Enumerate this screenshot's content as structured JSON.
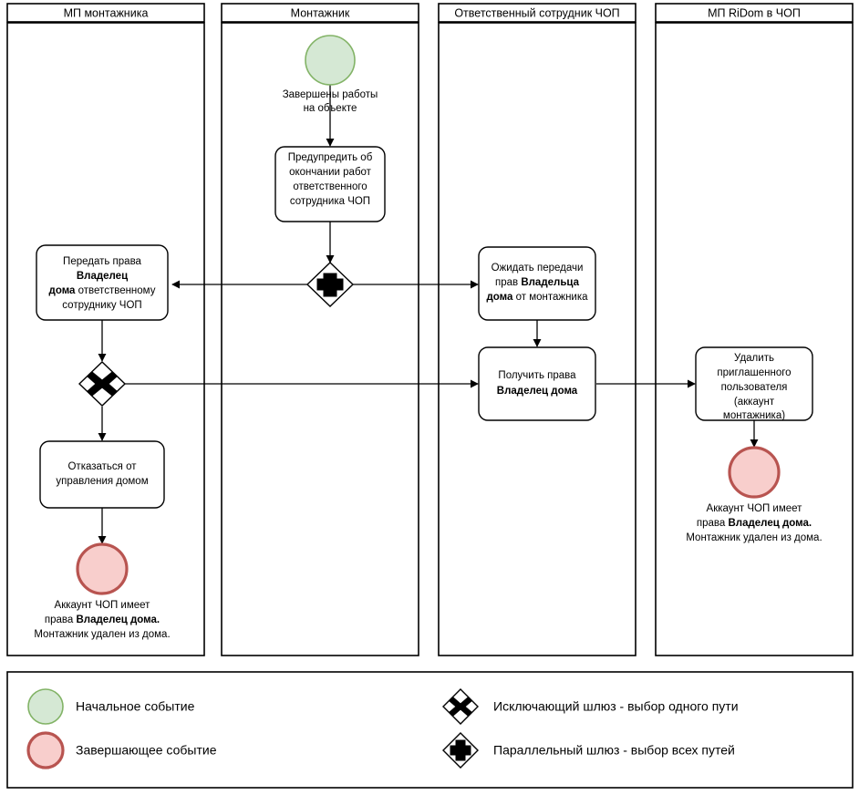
{
  "diagram": {
    "title": "BPMN process diagram",
    "colors": {
      "start_event_fill": "#d5e8d4",
      "start_event_stroke": "#82b366",
      "end_event_fill": "#f8cecc",
      "end_event_stroke": "#b85450",
      "node_stroke": "#000000",
      "background": "#ffffff"
    },
    "lanes": [
      {
        "id": "lane-mp-montazhnika",
        "label": "МП монтажника"
      },
      {
        "id": "lane-montazhnik",
        "label": "Монтажник"
      },
      {
        "id": "lane-otvetstvennyy",
        "label": "Ответственный сотрудник ЧОП"
      },
      {
        "id": "lane-mp-ridom",
        "label": "МП RiDom в ЧОП"
      }
    ],
    "nodes": {
      "start_event": {
        "type": "start-event",
        "label_line1": "Завершены работы",
        "label_line2": "на объекте"
      },
      "task_warn": {
        "type": "task",
        "lines": [
          "Предупредить об",
          "окончании работ",
          "ответственного",
          "сотрудника ЧОП"
        ]
      },
      "task_transfer_rights": {
        "type": "task",
        "lines": [
          {
            "text": "Передать права",
            "bold": false
          },
          {
            "text": "Владелец",
            "bold": true
          },
          {
            "text": "дома ответственному",
            "bold": "mixed-lead"
          },
          {
            "text": "сотруднику ЧОП",
            "bold": false
          }
        ],
        "plain": "Передать права Владелец дома ответственному сотруднику ЧОП"
      },
      "task_wait_transfer": {
        "type": "task",
        "lines": [
          {
            "text": "Ожидать передачи",
            "bold": false
          },
          {
            "text": "прав Владельца",
            "bold": "mixed-tail"
          },
          {
            "text": "дома от монтажника",
            "bold": "mixed-lead"
          }
        ],
        "plain": "Ожидать передачи прав Владельца дома от монтажника"
      },
      "task_receive_rights": {
        "type": "task",
        "lines": [
          {
            "text": "Получить права",
            "bold": false
          },
          {
            "text": "Владелец дома",
            "bold": true
          }
        ],
        "plain": "Получить права Владелец дома"
      },
      "task_delete_user": {
        "type": "task",
        "lines": [
          "Удалить",
          "приглашенного",
          "пользователя",
          "(аккаунт",
          "монтажника)"
        ]
      },
      "task_refuse": {
        "type": "task",
        "lines": [
          "Отказаться от",
          "управления домом"
        ]
      },
      "gateway_parallel": {
        "type": "parallel-gateway",
        "symbol": "+"
      },
      "gateway_exclusive": {
        "type": "exclusive-gateway",
        "symbol": "X"
      },
      "end_event_left": {
        "type": "end-event",
        "lines": [
          {
            "text": "Аккаунт ЧОП имеет",
            "bold": false
          },
          {
            "text": "права Владелец дома.",
            "bold": "mixed-tail"
          },
          {
            "text": "Монтажник удален из дома.",
            "bold": false
          }
        ],
        "plain": "Аккаунт ЧОП имеет права Владелец дома. Монтажник удален из дома."
      },
      "end_event_right": {
        "type": "end-event",
        "lines": [
          {
            "text": "Аккаунт ЧОП имеет",
            "bold": false
          },
          {
            "text": "права Владелец дома.",
            "bold": "mixed-tail"
          },
          {
            "text": "Монтажник удален из дома.",
            "bold": false
          }
        ],
        "plain": "Аккаунт ЧОП имеет права Владелец дома. Монтажник удален из дома."
      }
    },
    "legend": {
      "items": [
        {
          "id": "legend-start-event",
          "shape": "circle-green",
          "label": "Начальное событие"
        },
        {
          "id": "legend-end-event",
          "shape": "circle-red",
          "label": "Завершающее событие"
        },
        {
          "id": "legend-exclusive-gateway",
          "shape": "diamond-x",
          "label": "Исключающий шлюз - выбор одного пути"
        },
        {
          "id": "legend-parallel-gateway",
          "shape": "diamond-plus",
          "label": "Параллельный шлюз - выбор всех путей"
        }
      ]
    }
  }
}
